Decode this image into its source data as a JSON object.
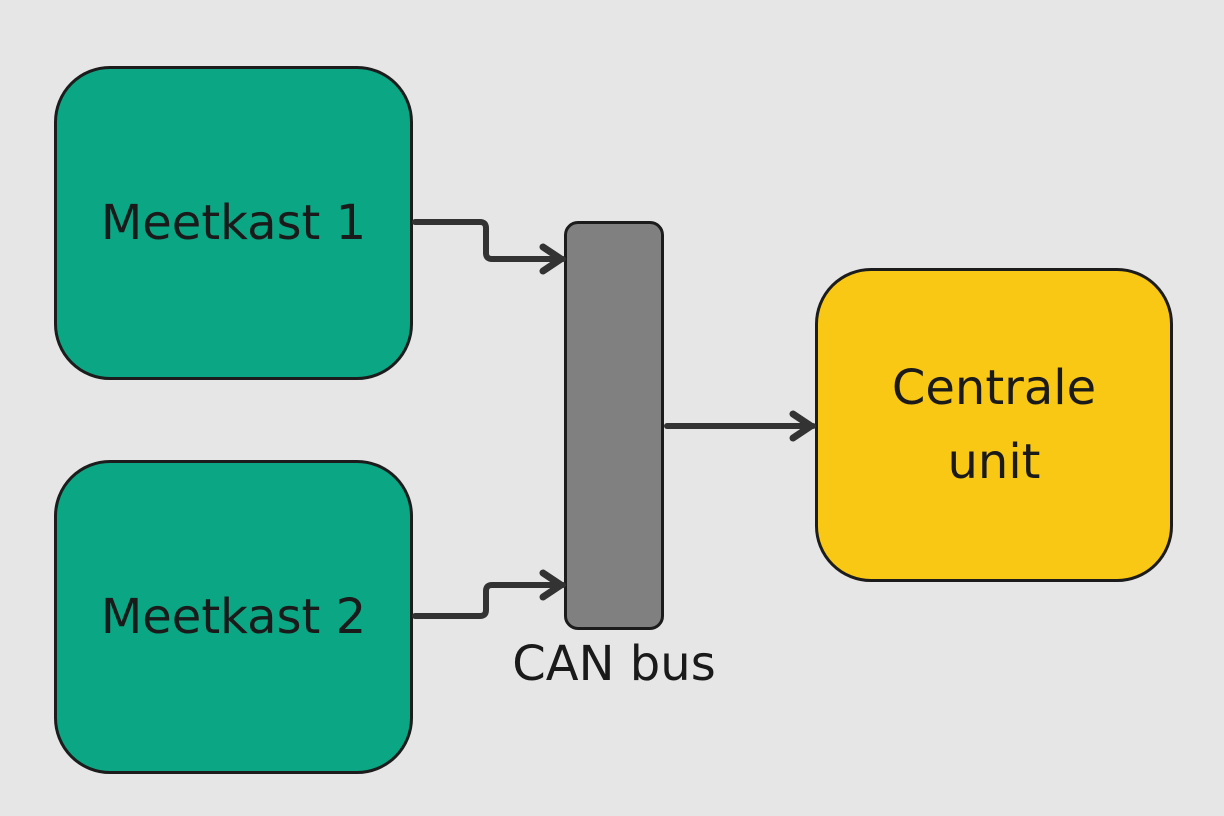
{
  "colors": {
    "background": "#e6e6e6",
    "sensor_box": "#0ba684",
    "central_unit": "#f9c814",
    "bus": "#808080",
    "stroke": "#1c1c1c",
    "connector": "#333333"
  },
  "nodes": {
    "meetkast_1": "Meetkast 1",
    "meetkast_2": "Meetkast 2",
    "central_unit": "Centrale unit",
    "bus_label": "CAN bus"
  },
  "edges": [
    {
      "from": "Meetkast 1",
      "to": "CAN bus"
    },
    {
      "from": "Meetkast 2",
      "to": "CAN bus"
    },
    {
      "from": "CAN bus",
      "to": "Centrale unit"
    }
  ]
}
